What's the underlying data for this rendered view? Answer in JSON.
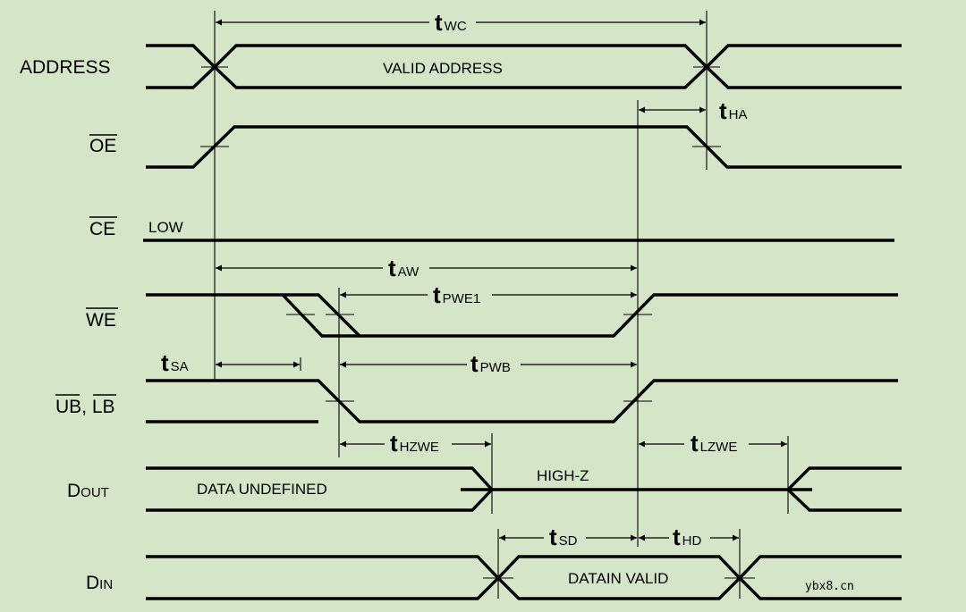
{
  "signals": {
    "address": "ADDRESS",
    "oe": "OE",
    "ce": "CE",
    "we": "WE",
    "ub_lb": {
      "ub": "UB",
      "sep": ", ",
      "lb": "LB"
    },
    "dout": {
      "big": "D",
      "small": "OUT"
    },
    "din": {
      "big": "D",
      "small": "IN"
    }
  },
  "state_labels": {
    "valid_address": "VALID ADDRESS",
    "ce_low": "LOW",
    "data_undefined": "DATA UNDEFINED",
    "high_z": "HIGH-Z",
    "datain_valid": "DATAIN VALID"
  },
  "timing_params": {
    "twc": {
      "t": "t",
      "sub": "WC"
    },
    "tha": {
      "t": "t",
      "sub": "HA"
    },
    "taw": {
      "t": "t",
      "sub": "AW"
    },
    "tpwe1": {
      "t": "t",
      "sub": "PWE1"
    },
    "tsa": {
      "t": "t",
      "sub": "SA"
    },
    "tpwb": {
      "t": "t",
      "sub": "PWB"
    },
    "thzwe": {
      "t": "t",
      "sub": "HZWE"
    },
    "tlzwe": {
      "t": "t",
      "sub": "LZWE"
    },
    "tsd": {
      "t": "t",
      "sub": "SD"
    },
    "thd": {
      "t": "t",
      "sub": "HD"
    }
  },
  "watermark": "ybx8.cn"
}
